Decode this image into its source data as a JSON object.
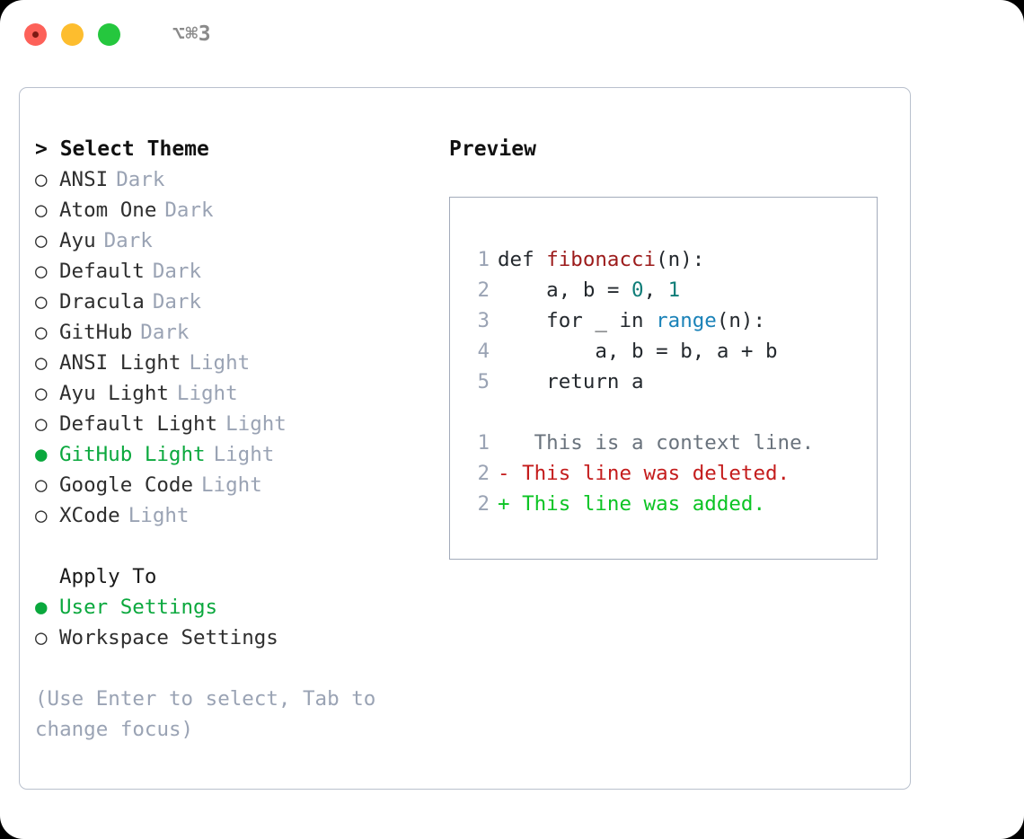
{
  "titlebar": {
    "shortcut": "⌥⌘3",
    "buttons": [
      {
        "name": "close",
        "color": "#fd6159"
      },
      {
        "name": "minimize",
        "color": "#fdbd2e"
      },
      {
        "name": "maximize",
        "color": "#25c73e"
      }
    ]
  },
  "colors": {
    "accent_green": "#0aa83d",
    "muted": "#9aa3b4",
    "text": "#2e2e2e",
    "panel_border": "#b9c0cd",
    "code_border": "#a3abbb",
    "diff_add": "#0cc424",
    "diff_del": "#c41c1c",
    "syntax_function": "#9c1b1b",
    "syntax_number": "#0f7d78",
    "syntax_builtin": "#1a82b8"
  },
  "theme_picker": {
    "header": "> Select Theme",
    "bullet_off": "○",
    "bullet_on": "●",
    "items": [
      {
        "label": "ANSI",
        "tag": "Dark",
        "selected": false
      },
      {
        "label": "Atom One",
        "tag": "Dark",
        "selected": false
      },
      {
        "label": "Ayu",
        "tag": "Dark",
        "selected": false
      },
      {
        "label": "Default",
        "tag": "Dark",
        "selected": false
      },
      {
        "label": "Dracula",
        "tag": "Dark",
        "selected": false
      },
      {
        "label": "GitHub",
        "tag": "Dark",
        "selected": false
      },
      {
        "label": "ANSI Light",
        "tag": "Light",
        "selected": false
      },
      {
        "label": "Ayu Light",
        "tag": "Light",
        "selected": false
      },
      {
        "label": "Default Light",
        "tag": "Light",
        "selected": false
      },
      {
        "label": "GitHub Light",
        "tag": "Light",
        "selected": true
      },
      {
        "label": "Google Code",
        "tag": "Light",
        "selected": false
      },
      {
        "label": "XCode",
        "tag": "Light",
        "selected": false
      }
    ]
  },
  "apply_to": {
    "header": "Apply To",
    "options": [
      {
        "label": "User Settings",
        "selected": true
      },
      {
        "label": "Workspace Settings",
        "selected": false
      }
    ]
  },
  "hint": "(Use Enter to select, Tab to change focus)",
  "preview": {
    "header": "Preview",
    "code_lines": [
      {
        "num": "1",
        "tokens": [
          {
            "text": "def ",
            "kind": "plain"
          },
          {
            "text": "fibonacci",
            "kind": "fn"
          },
          {
            "text": "(n):",
            "kind": "plain"
          }
        ]
      },
      {
        "num": "2",
        "tokens": [
          {
            "text": "    a, b = ",
            "kind": "plain"
          },
          {
            "text": "0",
            "kind": "num"
          },
          {
            "text": ", ",
            "kind": "plain"
          },
          {
            "text": "1",
            "kind": "num"
          }
        ]
      },
      {
        "num": "3",
        "tokens": [
          {
            "text": "    for _ in ",
            "kind": "plain"
          },
          {
            "text": "range",
            "kind": "blue"
          },
          {
            "text": "(n):",
            "kind": "plain"
          }
        ]
      },
      {
        "num": "4",
        "tokens": [
          {
            "text": "        a, b = b, a + b",
            "kind": "plain"
          }
        ]
      },
      {
        "num": "5",
        "tokens": [
          {
            "text": "    return a",
            "kind": "plain"
          }
        ]
      }
    ],
    "diff_lines": [
      {
        "num": "1",
        "marker": " ",
        "text": "  This is a context line.",
        "kind": "ctx"
      },
      {
        "num": "2",
        "marker": "-",
        "text": " This line was deleted.",
        "kind": "del"
      },
      {
        "num": "2",
        "marker": "+",
        "text": " This line was added.",
        "kind": "add"
      }
    ]
  }
}
